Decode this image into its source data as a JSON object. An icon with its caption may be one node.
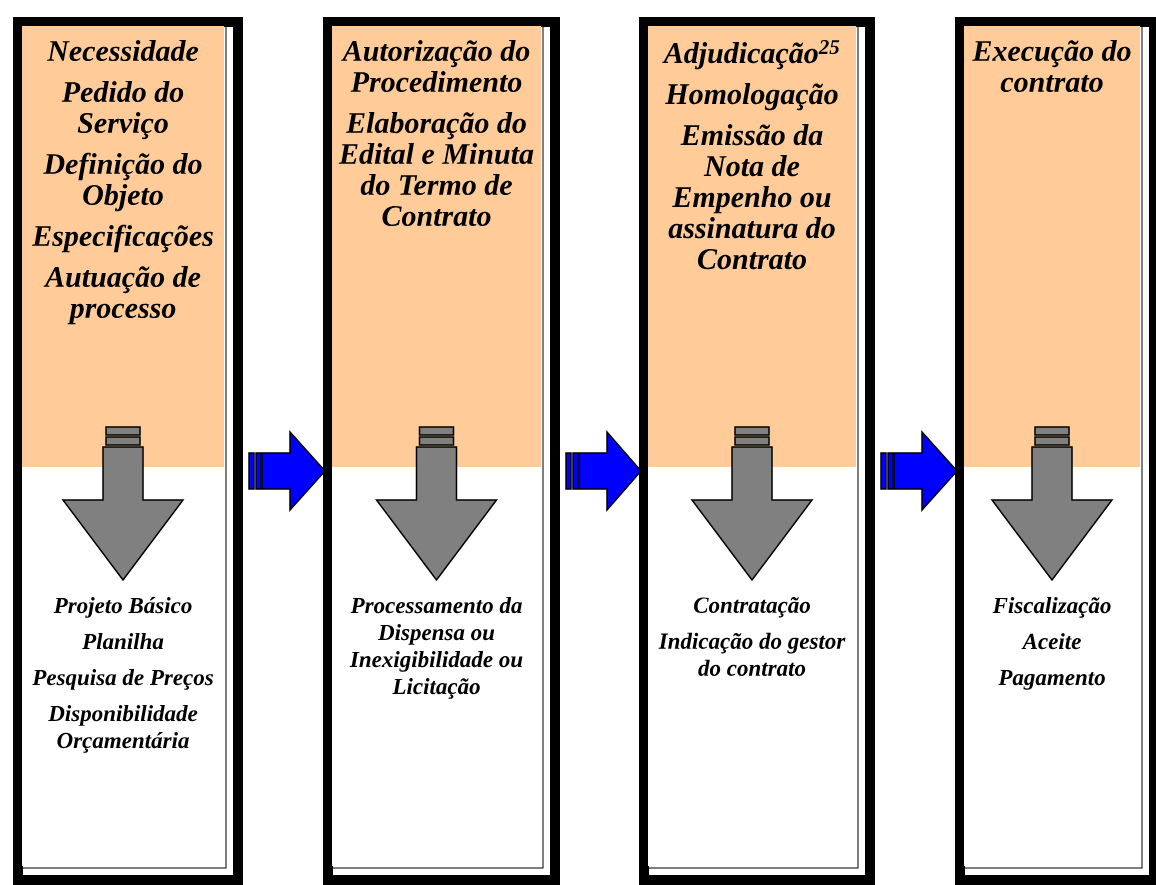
{
  "diagram": {
    "nodes": [
      {
        "text": [],
        "shape": "box"
      },
      {
        "text": [
          "Necessidade",
          "Pedido do Serviço",
          "Definição do Objeto",
          "Especificações",
          "Autuação de processo"
        ],
        "in": 0
      },
      {
        "text": [
          "Projeto Básico",
          "Planilha",
          "Pesquisa de Preços",
          "Disponibilidade Orçamentária"
        ],
        "in": 0
      },
      {
        "text": [],
        "shape": "box"
      },
      {
        "text": [
          "Autorização do Procedimento",
          "Elaboração do Edital e Minuta do Termo de Contrato"
        ],
        "in": 3
      },
      {
        "text": [
          "Processamento da Dispensa ou Inexigibilidade ou Licitação"
        ],
        "in": 3
      },
      {
        "text": [],
        "shape": "box"
      },
      {
        "text": [
          "Adjudicação$^{25}$",
          "Homologação",
          "Emissão da Nota de Empenho ou assinatura do Contrato"
        ],
        "in": 6
      },
      {
        "text": [
          "Contratação",
          "Indicação do gestor do contrato"
        ],
        "in": 6
      },
      {
        "text": [],
        "shape": "box"
      },
      {
        "text": [
          "Execução do contrato"
        ],
        "in": 9
      },
      {
        "text": [
          "Fiscalização",
          "Aceite",
          "Pagamento"
        ],
        "in": 9
      }
    ],
    "edges": [
      {
        "from": 1,
        "to": 2,
        "arrow": "to",
        "color": "#808080"
      },
      {
        "from": 0,
        "to": 3,
        "arrow": "to"
      },
      {
        "from": 4,
        "to": 5,
        "arrow": "to",
        "color": "#808080"
      },
      {
        "from": 3,
        "to": 6,
        "arrow": "to"
      },
      {
        "from": 7,
        "to": 8,
        "arrow": "to",
        "color": "#808080"
      },
      {
        "from": 6,
        "to": 9,
        "arrow": "to"
      },
      {
        "from": 10,
        "to": 11,
        "arrow": "to",
        "color": "#808080"
      }
    ]
  }
}
